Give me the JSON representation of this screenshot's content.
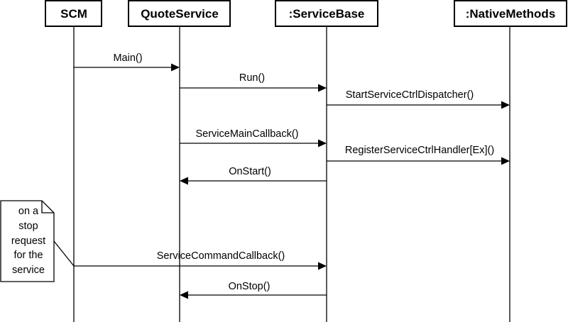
{
  "participants": [
    {
      "name": "SCM"
    },
    {
      "name": "QuoteService"
    },
    {
      "name": ":ServiceBase"
    },
    {
      "name": ":NativeMethods"
    }
  ],
  "messages": [
    {
      "label": "Main()",
      "from": 0,
      "to": 1
    },
    {
      "label": "Run()",
      "from": 1,
      "to": 2
    },
    {
      "label": "StartServiceCtrlDispatcher()",
      "from": 2,
      "to": 3
    },
    {
      "label": "ServiceMainCallback()",
      "from": 1,
      "to": 2
    },
    {
      "label": "RegisterServiceCtrlHandler[Ex]()",
      "from": 2,
      "to": 3
    },
    {
      "label": "OnStart()",
      "from": 2,
      "to": 1
    },
    {
      "label": "ServiceCommandCallback()",
      "from": 0,
      "to": 2
    },
    {
      "label": "OnStop()",
      "from": 2,
      "to": 1
    }
  ],
  "note": {
    "lines": [
      "on a",
      "stop",
      "request",
      "for the",
      "service"
    ]
  }
}
